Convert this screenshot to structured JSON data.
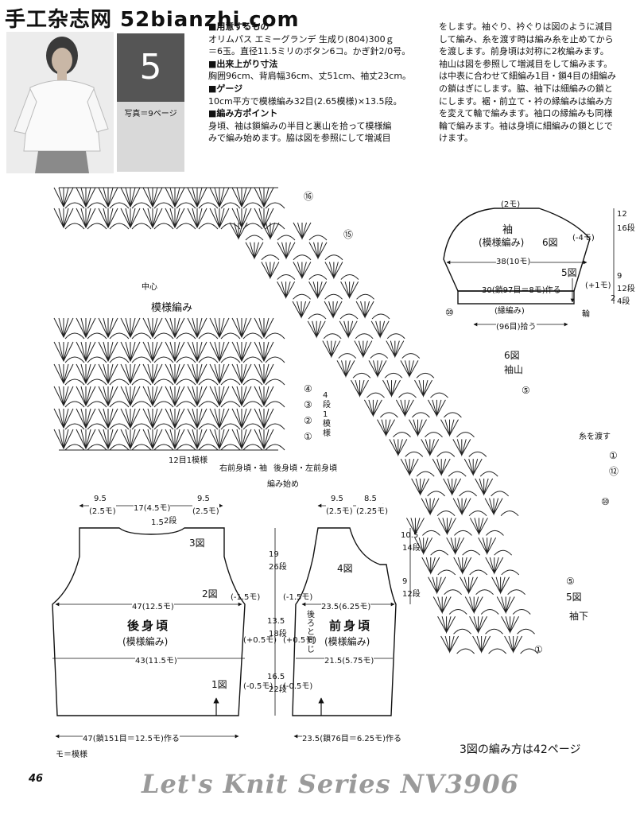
{
  "watermark": "手工杂志网 52bianzhi.com",
  "badge_number": "5",
  "photo_ref": "写真＝9ページ",
  "instructions_col1": [
    {
      "text": "■用意するもの",
      "heading": true
    },
    {
      "text": "オリムパス エミーグランデ 生成り(804)300ｇ",
      "heading": false
    },
    {
      "text": "＝6玉。直径11.5ミリのボタン6コ。かぎ針2/0号。",
      "heading": false
    },
    {
      "text": "■出来上がり寸法",
      "heading": true
    },
    {
      "text": "胸囲96cm、背肩幅36cm、丈51cm、袖丈23cm。",
      "heading": false
    },
    {
      "text": "■ゲージ",
      "heading": true
    },
    {
      "text": "10cm平方で模様編み32目(2.65模様)×13.5段。",
      "heading": false
    },
    {
      "text": "■編み方ポイント",
      "heading": true
    },
    {
      "text": "身頃、袖は鎖編みの半目と裏山を拾って模様編",
      "heading": false
    },
    {
      "text": "みで編み始めます。脇は図を参照にして増減目",
      "heading": false
    }
  ],
  "instructions_col2": [
    "をします。袖ぐり、衿ぐりは図のように減目",
    "して編み、糸を渡す時は編み糸を止めてから",
    "を渡します。前身頃は対称に2枚編みます。",
    "袖山は図を参照して増減目をして編みます。",
    "は中表に合わせて細編み1目・鎖4目の細編み",
    "の鎖はぎにします。脇、袖下は細編みの鎖と",
    "にします。裾・前立て・衿の縁編みは編み方",
    "を変えて輪で編みます。袖口の縁編みも同様",
    "輪で編みます。袖は身頃に細編みの鎖とじで",
    "けます。"
  ],
  "pattern": {
    "title": "模様編み",
    "center_label": "中心",
    "repeat_label": "12目1模様",
    "right_front_label": "右前身頃・袖",
    "back_left_label": "後身頃・左前身頃",
    "start_label": "編み始め",
    "rows_label": "4段1模様",
    "row_markers": [
      "①",
      "②",
      "③",
      "④"
    ],
    "top_markers": [
      "⑮",
      "⑯"
    ]
  },
  "sleeve_diagram": {
    "title": "袖",
    "subtitle": "(模様編み)",
    "fig": "6図",
    "top": "(2モ)",
    "minus": "(-4モ)",
    "width": "38(10モ)",
    "bottom": "30(鎖97目＝8モ)作る",
    "plus": "(+1モ)",
    "trim": "(縁編み)",
    "cuff": "(96目)拾う",
    "ring": "輪",
    "height5": "5図",
    "right_dims": [
      "12",
      "16段",
      "9",
      "12段",
      "2",
      "4段"
    ],
    "marker10": "⑩"
  },
  "sleeve_chart": {
    "fig6": "6図",
    "cap": "袖山",
    "fig5": "5図",
    "underarm": "袖下",
    "yarn": "糸を渡す",
    "markers": [
      "⑤",
      "①",
      "⑫",
      "⑩",
      "⑤",
      "①"
    ]
  },
  "back": {
    "name": "後身頃",
    "pattern": "(模様編み)",
    "top_dims": [
      "9.5",
      "(2.5モ)",
      "17(4.5モ)",
      "9.5",
      "(2.5モ)"
    ],
    "neck": [
      "1.5",
      "2段"
    ],
    "fig3": "3図",
    "fig2": "2図",
    "fig1": "1図",
    "armhole_width": "47(12.5モ)",
    "waist_width": "43(11.5モ)",
    "side1": "(-1.5モ)",
    "side2": "(+0.5モ)",
    "side3": "(-0.5モ)",
    "bottom": "47(鎖151目＝12.5モ)作る",
    "legend": "モ＝模様"
  },
  "center_dims": [
    "19",
    "26段",
    "13.5",
    "18段",
    "16.5",
    "22段"
  ],
  "front": {
    "name": "前身頃",
    "pattern": "(模様編み)",
    "top_dims": [
      "9.5",
      "(2.5モ)",
      "8.5",
      "(2.25モ)"
    ],
    "fig4": "4図",
    "width1": "23.5(6.25モ)",
    "width2": "21.5(5.75モ)",
    "side1": "(-1.5モ)",
    "side2": "(+0.5モ)",
    "side3": "(-0.5モ)",
    "same": "後ろと同じ",
    "left_dims": [
      "10.5",
      "14段",
      "9",
      "12段"
    ],
    "bottom": "23.5(鎖76目＝6.25モ)作る"
  },
  "ref_note": "3図の編み方は42ページ",
  "page_number": "46",
  "series": "Let's Knit Series NV3906"
}
